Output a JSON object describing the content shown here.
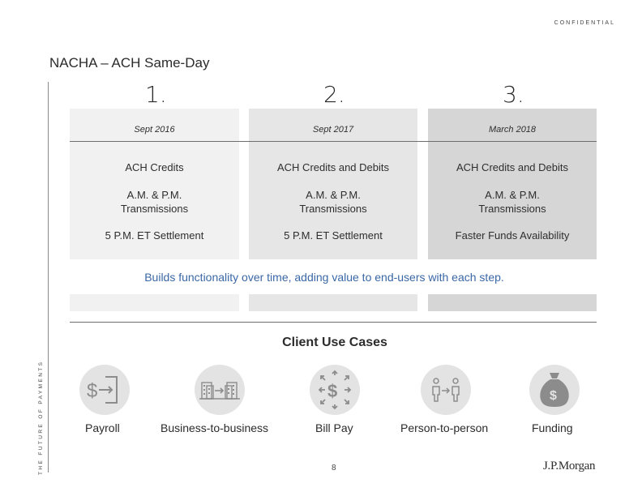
{
  "header": {
    "confidential": "CONFIDENTIAL",
    "title": "NACHA – ACH Same-Day",
    "side_tag": "THE FUTURE OF PAYMENTS"
  },
  "phases": [
    {
      "number": "1.",
      "date": "Sept 2016",
      "credits": "ACH Credits",
      "transmissions_line1": "A.M. & P.M.",
      "transmissions_line2": "Transmissions",
      "settlement": "5 P.M. ET Settlement"
    },
    {
      "number": "2.",
      "date": "Sept 2017",
      "credits": "ACH Credits and Debits",
      "transmissions_line1": "A.M. & P.M.",
      "transmissions_line2": "Transmissions",
      "settlement": "5 P.M. ET Settlement"
    },
    {
      "number": "3.",
      "date": "March 2018",
      "credits": "ACH Credits and Debits",
      "transmissions_line1": "A.M. & P.M.",
      "transmissions_line2": "Transmissions",
      "settlement": "Faster Funds Availability"
    }
  ],
  "tagline": "Builds functionality over time, adding value to end-users with each step.",
  "use_cases": {
    "title": "Client Use Cases",
    "items": [
      {
        "label": "Payroll",
        "icon": "payroll-icon"
      },
      {
        "label": "Business-to-business",
        "icon": "buildings-icon"
      },
      {
        "label": "Bill Pay",
        "icon": "dollar-arrows-icon"
      },
      {
        "label": "Person-to-person",
        "icon": "people-transfer-icon"
      },
      {
        "label": "Funding",
        "icon": "money-bag-icon"
      }
    ]
  },
  "footer": {
    "page_number": "8",
    "logo_text": "J.P.Morgan"
  },
  "colors": {
    "column1": "#f1f1f1",
    "column2": "#e6e6e6",
    "column3": "#d6d6d6",
    "tagline": "#3a67a6",
    "icon_bg": "#e3e3e3"
  }
}
